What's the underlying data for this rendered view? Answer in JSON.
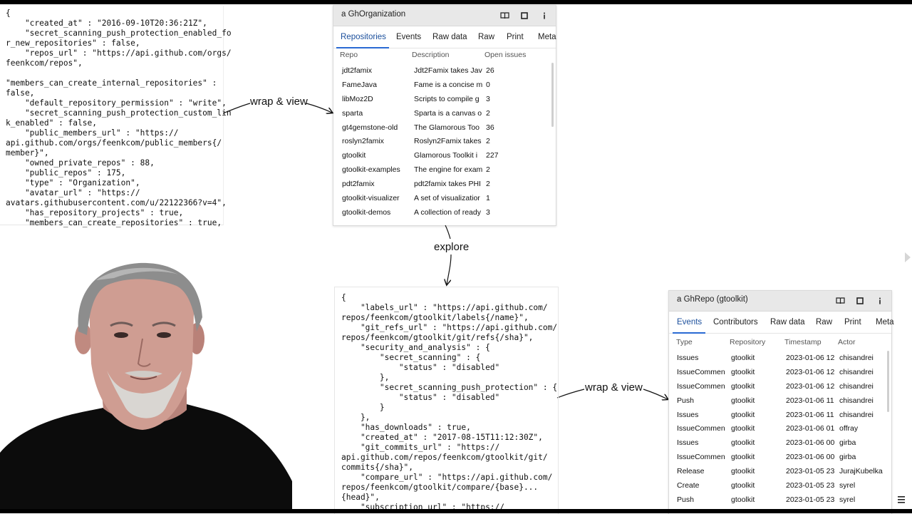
{
  "left_json": {
    "lines": [
      "{",
      "    \"created_at\" : \"2016-09-10T20:36:21Z\",",
      "    \"secret_scanning_push_protection_enabled_fo",
      "r_new_repositories\" : false,",
      "    \"repos_url\" : \"https://api.github.com/orgs/",
      "feenkcom/repos\",",
      "",
      "\"members_can_create_internal_repositories\" :",
      "false,",
      "    \"default_repository_permission\" : \"write\",",
      "    \"secret_scanning_push_protection_custom_lin",
      "k_enabled\" : false,",
      "    \"public_members_url\" : \"https://",
      "api.github.com/orgs/feenkcom/public_members{/",
      "member}\",",
      "    \"owned_private_repos\" : 88,",
      "    \"public_repos\" : 175,",
      "    \"type\" : \"Organization\",",
      "    \"avatar_url\" : \"https://",
      "avatars.githubusercontent.com/u/22122366?v=4\",",
      "    \"has_repository_projects\" : true,",
      "    \"members_can_create_repositories\" : true,"
    ]
  },
  "org_inspector": {
    "title": "a GhOrganization",
    "tabs": [
      "Repositories",
      "Events",
      "Raw data",
      "Raw",
      "Print",
      "Meta"
    ],
    "active_tab": "Repositories",
    "columns": [
      "Repo",
      "Description",
      "Open issues"
    ],
    "rows": [
      [
        "jdt2famix",
        "Jdt2Famix takes Jav",
        "26"
      ],
      [
        "FameJava",
        "Fame is a concise m",
        "0"
      ],
      [
        "libMoz2D",
        "Scripts to compile g",
        "3"
      ],
      [
        "sparta",
        "Sparta is a canvas o",
        "2"
      ],
      [
        "gt4gemstone-old",
        "The Glamorous Too",
        "36"
      ],
      [
        "roslyn2famix",
        "Roslyn2Famix takes",
        "2"
      ],
      [
        "gtoolkit",
        "Glamorous Toolkit i",
        "227"
      ],
      [
        "gtoolkit-examples",
        "The engine for exam",
        "2"
      ],
      [
        "pdt2famix",
        "pdt2famix takes PHI",
        "2"
      ],
      [
        "gtoolkit-visualizer",
        "A set of visualizatior",
        "1"
      ],
      [
        "gtoolkit-demos",
        "A collection of ready",
        "3"
      ]
    ]
  },
  "labels": {
    "wrap_view_1": "wrap & view",
    "explore": "explore",
    "wrap_view_2": "wrap & view"
  },
  "repo_json": {
    "lines": [
      "{",
      "    \"labels_url\" : \"https://api.github.com/",
      "repos/feenkcom/gtoolkit/labels{/name}\",",
      "    \"git_refs_url\" : \"https://api.github.com/",
      "repos/feenkcom/gtoolkit/git/refs{/sha}\",",
      "    \"security_and_analysis\" : {",
      "        \"secret_scanning\" : {",
      "            \"status\" : \"disabled\"",
      "        },",
      "        \"secret_scanning_push_protection\" : {",
      "            \"status\" : \"disabled\"",
      "        }",
      "    },",
      "    \"has_downloads\" : true,",
      "    \"created_at\" : \"2017-08-15T11:12:30Z\",",
      "    \"git_commits_url\" : \"https://",
      "api.github.com/repos/feenkcom/gtoolkit/git/",
      "commits{/sha}\",",
      "    \"compare_url\" : \"https://api.github.com/",
      "repos/feenkcom/gtoolkit/compare/{base}...",
      "{head}\",",
      "    \"subscription_url\" : \"https://"
    ]
  },
  "repo_inspector": {
    "title": "a GhRepo (gtoolkit)",
    "tabs": [
      "Events",
      "Contributors",
      "Raw data",
      "Raw",
      "Print",
      "Meta"
    ],
    "active_tab": "Events",
    "columns": [
      "Type",
      "Repository",
      "Timestamp",
      "Actor"
    ],
    "rows": [
      [
        "Issues",
        "gtoolkit",
        "2023-01-06 12",
        "chisandrei"
      ],
      [
        "IssueCommen",
        "gtoolkit",
        "2023-01-06 12",
        "chisandrei"
      ],
      [
        "IssueCommen",
        "gtoolkit",
        "2023-01-06 12",
        "chisandrei"
      ],
      [
        "Push",
        "gtoolkit",
        "2023-01-06 11",
        "chisandrei"
      ],
      [
        "Issues",
        "gtoolkit",
        "2023-01-06 11",
        "chisandrei"
      ],
      [
        "IssueCommen",
        "gtoolkit",
        "2023-01-06 01",
        "offray"
      ],
      [
        "Issues",
        "gtoolkit",
        "2023-01-06 00",
        "girba"
      ],
      [
        "IssueCommen",
        "gtoolkit",
        "2023-01-06 00",
        "girba"
      ],
      [
        "Release",
        "gtoolkit",
        "2023-01-05 23",
        "JurajKubelka"
      ],
      [
        "Create",
        "gtoolkit",
        "2023-01-05 23",
        "syrel"
      ],
      [
        "Push",
        "gtoolkit",
        "2023-01-05 23",
        "syrel"
      ]
    ]
  },
  "icons": {
    "book": "book-icon",
    "window": "window-icon",
    "info": "info-icon",
    "chevron": "chevron-right-icon",
    "menu": "menu-icon"
  },
  "colors": {
    "accent": "#2a6ad3",
    "title_bar": "#e8e8e8"
  }
}
